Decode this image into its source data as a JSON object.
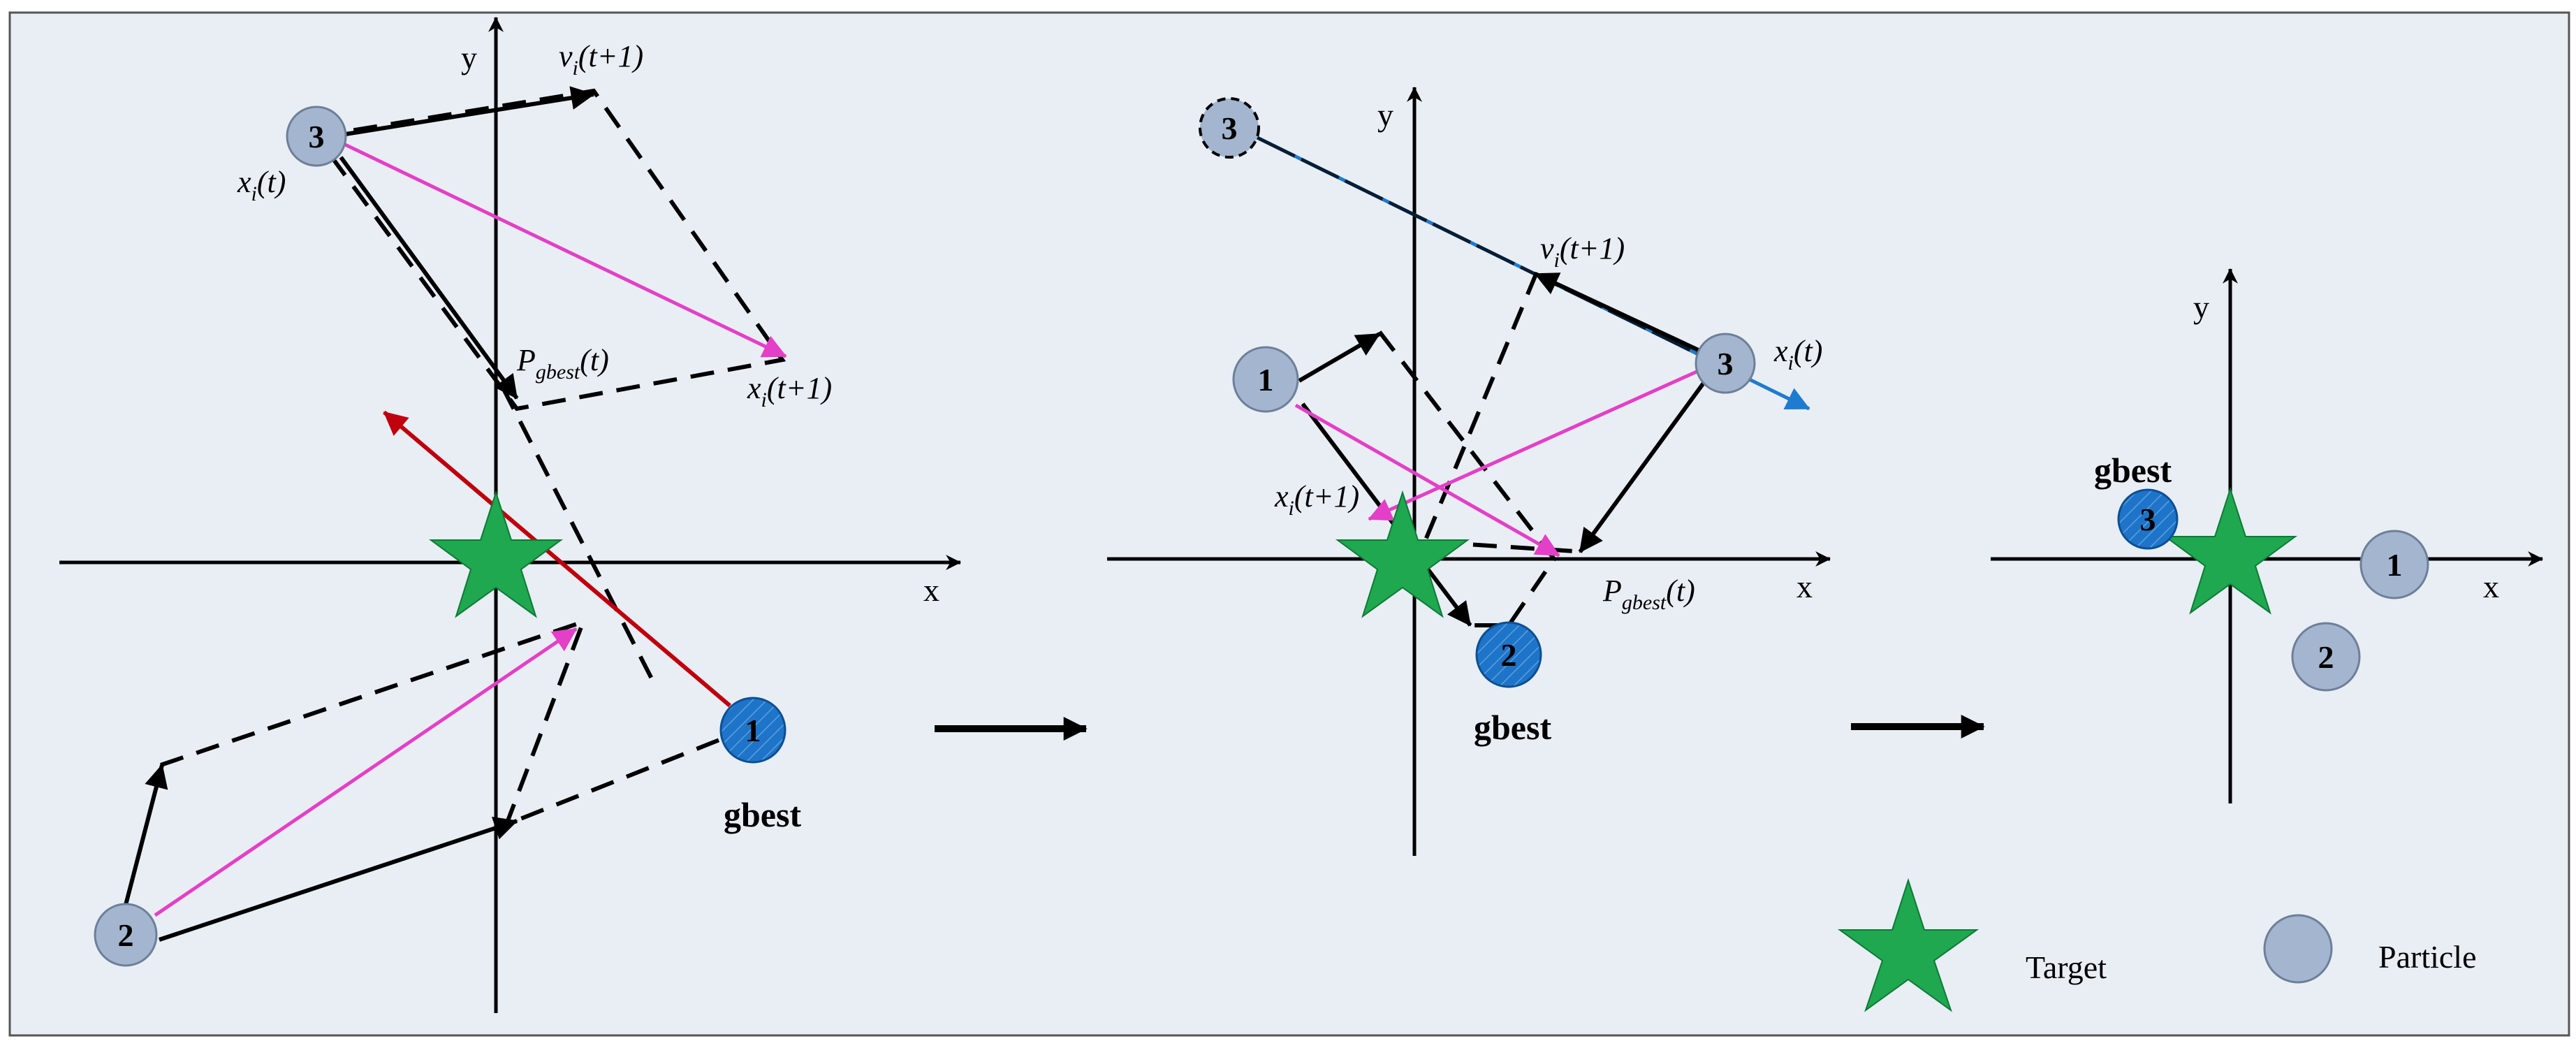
{
  "panels": [
    {
      "axes": {
        "x": "x",
        "y": "y"
      },
      "particles": [
        "3",
        "2",
        "1"
      ],
      "labels": {
        "x_t": "x",
        "x_t_sub": "i",
        "x_t_suffix": "(t)",
        "v_t1": "v",
        "v_t1_sub": "i",
        "v_t1_suffix": "(t+1)",
        "x_t1": "x",
        "x_t1_sub": "i",
        "x_t1_suffix": "(t+1)",
        "pgbest": "P",
        "pgbest_sub": "gbest",
        "pgbest_suffix": "(t)",
        "gbest": "gbest"
      }
    },
    {
      "axes": {
        "x": "x",
        "y": "y"
      },
      "particles": [
        "3",
        "1",
        "3",
        "2"
      ],
      "labels": {
        "v_t1": "v",
        "v_t1_sub": "i",
        "v_t1_suffix": "(t+1)",
        "x_t": "x",
        "x_t_sub": "i",
        "x_t_suffix": "(t)",
        "x_t1": "x",
        "x_t1_sub": "i",
        "x_t1_suffix": "(t+1)",
        "pgbest": "P",
        "pgbest_sub": "gbest",
        "pgbest_suffix": "(t)",
        "gbest": "gbest"
      }
    },
    {
      "axes": {
        "x": "x",
        "y": "y"
      },
      "particles": [
        "3",
        "1",
        "2"
      ],
      "labels": {
        "gbest": "gbest"
      }
    }
  ],
  "legend": {
    "target": "Target",
    "particle": "Particle"
  },
  "colors": {
    "background": "#e9eef4",
    "particle": "#a3b5cf",
    "gbest_particle": "#1e74c8",
    "target": "#1fa84f",
    "magenta": "#e43fc8",
    "red": "#c0000d",
    "blue": "#1e7bd0"
  }
}
